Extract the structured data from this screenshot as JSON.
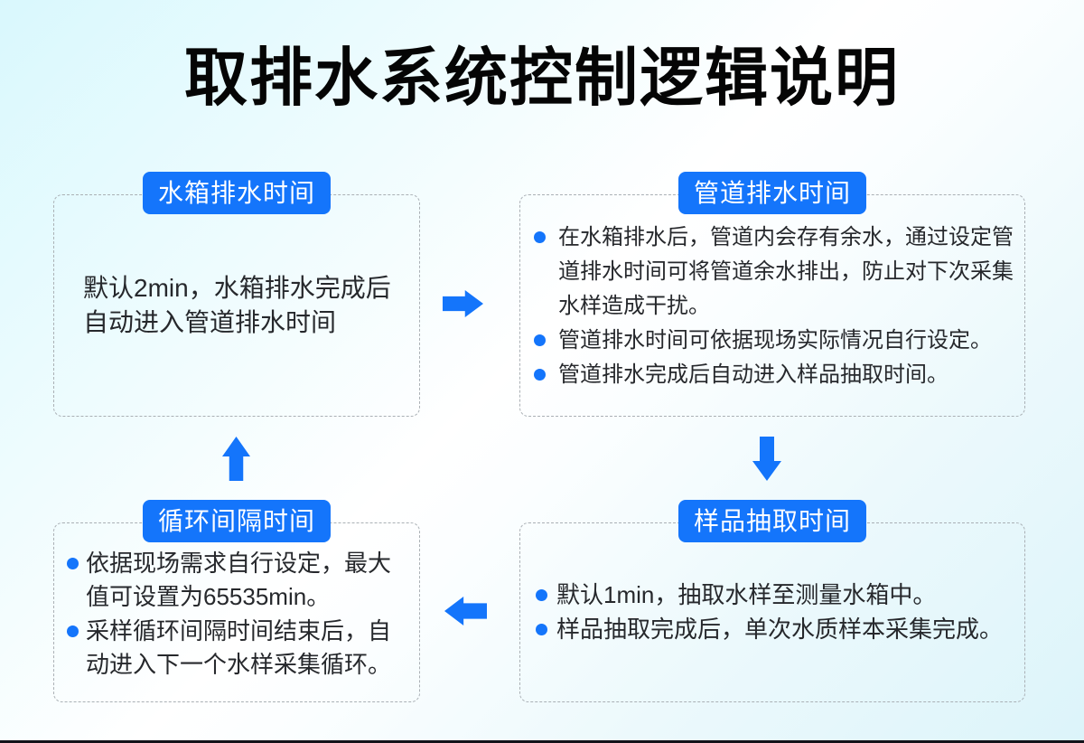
{
  "page": {
    "title": "取排水系统控制逻辑说明"
  },
  "colors": {
    "accent_blue": "#1475fb",
    "label_text": "#ffffff",
    "title_text": "#050505",
    "body_text": "#26282c",
    "box_border": "#aab0b5",
    "background_tint": "#d9f8fd",
    "bottom_bar": "#121219"
  },
  "boxes": [
    {
      "name": "tank-drain-time",
      "label": "水箱排水时间",
      "paragraph": "默认2min，水箱排水完成后自动进入管道排水时间",
      "bullets": []
    },
    {
      "name": "pipe-drain-time",
      "label": "管道排水时间",
      "bullets": [
        "在水箱排水后，管道内会存有余水，通过设定管道排水时间可将管道余水排出，防止对下次采集水样造成干扰。",
        "管道排水时间可依据现场实际情况自行设定。",
        "管道排水完成后自动进入样品抽取时间。"
      ]
    },
    {
      "name": "sample-extract-time",
      "label": "样品抽取时间",
      "bullets": [
        "默认1min，抽取水样至测量水箱中。",
        "样品抽取完成后，单次水质样本采集完成。"
      ]
    },
    {
      "name": "cycle-interval-time",
      "label": "循环间隔时间",
      "bullets": [
        "依据现场需求自行设定，最大值可设置为65535min。",
        "采样循环间隔时间结束后，自动进入下一个水样采集循环。"
      ]
    }
  ],
  "flow": {
    "arrows": [
      "right",
      "down",
      "left",
      "up"
    ]
  }
}
